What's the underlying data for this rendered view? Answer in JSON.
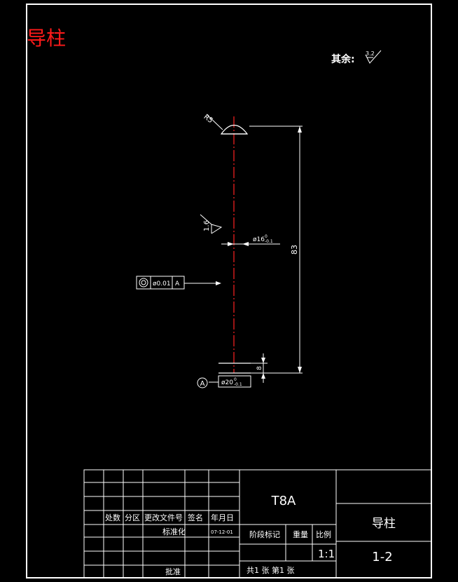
{
  "title_cn": "导柱",
  "roughness_note": {
    "label": "其余:",
    "value": "3.2"
  },
  "part_drawing": {
    "radius_label": "R5",
    "surface_finish_side": "1.6",
    "upper_diameter": {
      "nominal": "ø16",
      "upper_dev": "0",
      "lower_dev": "-0.1"
    },
    "length_dimension": "83",
    "small_dimension": "8",
    "lower_diameter": {
      "nominal": "ø20",
      "upper_dev": "0",
      "lower_dev": "-0.1"
    },
    "tolerance_frame": {
      "symbol": "◎",
      "value": "ø0.01",
      "datum": "A"
    },
    "datum_label": "A"
  },
  "title_block": {
    "material": "T8A",
    "part_name": "导柱",
    "drawing_number": "1-2",
    "scale_label": "比例",
    "scale_value": "1:1",
    "stage_label": "阶段标记",
    "weight_label": "重量",
    "sheets": "共1 张 第1 张",
    "headers": {
      "location": "处数",
      "zone": "分区",
      "change_doc": "更改文件号",
      "signature": "签名",
      "date": "年月日"
    },
    "standardize_label": "标准化",
    "standardize_date": "07-12-01",
    "approve_label": "批准"
  }
}
